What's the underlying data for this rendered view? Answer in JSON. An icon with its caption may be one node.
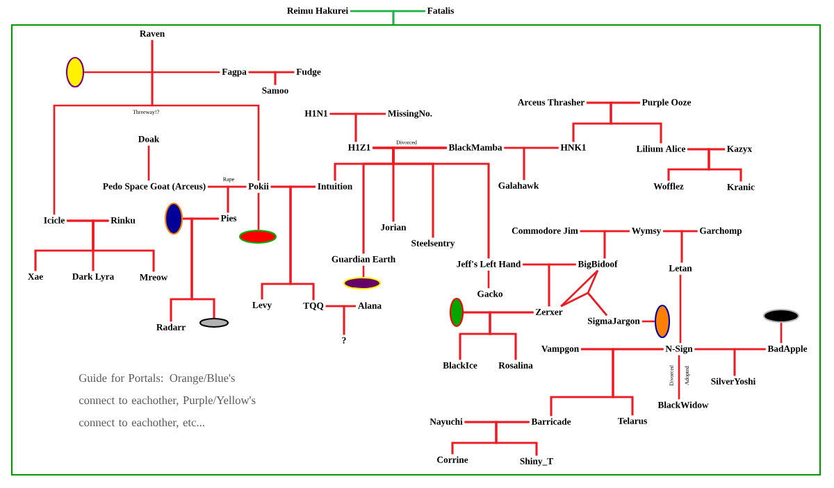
{
  "diagram": {
    "nodes": [
      {
        "text": [
          "Reimu Hakurei"
        ]
      },
      {
        "text": [
          "Fatalis"
        ]
      },
      {
        "text": [],
        "shape": "box"
      },
      {
        "text": [
          "Raven"
        ],
        "in": 2
      },
      {
        "text": [],
        "shape": "ellipse",
        "in": 2
      },
      {
        "text": [
          "Fagpa"
        ],
        "in": 2
      },
      {
        "text": [
          "Fudge"
        ],
        "in": 2
      },
      {
        "text": [
          "Samoo"
        ],
        "in": 2
      },
      {
        "text": [
          "Doak"
        ],
        "in": 2
      },
      {
        "text": [
          "Pedo Space Goat (Arceus)"
        ],
        "in": 2
      },
      {
        "text": [
          "Pokii"
        ],
        "in": 2
      },
      {
        "text": [
          "Intuition"
        ],
        "in": 2
      },
      {
        "text": [
          "Icicle"
        ],
        "in": 2
      },
      {
        "text": [
          "Rinku"
        ],
        "in": 2
      },
      {
        "text": [],
        "shape": "ellipse",
        "in": 2
      },
      {
        "text": [
          "Pies"
        ],
        "in": 2
      },
      {
        "text": [],
        "shape": "ellipse",
        "in": 2
      },
      {
        "text": [
          "Xae"
        ],
        "in": 2
      },
      {
        "text": [
          "Dark Lyra"
        ],
        "in": 2
      },
      {
        "text": [
          "Mreow"
        ],
        "in": 2
      },
      {
        "text": [
          "Radarr"
        ],
        "in": 2
      },
      {
        "text": [],
        "shape": "ellipse",
        "in": 2
      },
      {
        "text": [
          "Levy"
        ],
        "in": 2
      },
      {
        "text": [
          "TQQ"
        ],
        "in": 2
      },
      {
        "text": [
          "Alana"
        ],
        "in": 2
      },
      {
        "text": [
          "?"
        ],
        "in": 2
      },
      {
        "text": [
          "H1N1"
        ],
        "in": 2
      },
      {
        "text": [
          "MissingNo."
        ],
        "in": 2
      },
      {
        "text": [
          "H1Z1"
        ],
        "in": 2
      },
      {
        "text": [
          "BlackMamba"
        ],
        "in": 2
      },
      {
        "text": [
          "HNK1"
        ],
        "in": 2
      },
      {
        "text": [
          "Galahawk"
        ],
        "in": 2
      },
      {
        "text": [
          "Jorian"
        ],
        "in": 2
      },
      {
        "text": [
          "Steelsentry"
        ],
        "in": 2
      },
      {
        "text": [
          "Guardian Earth"
        ],
        "in": 2
      },
      {
        "text": [],
        "shape": "ellipse",
        "in": 2
      },
      {
        "text": [
          "Jeff's Left Hand"
        ],
        "in": 2
      },
      {
        "text": [
          "Gacko"
        ],
        "in": 2
      },
      {
        "text": [],
        "shape": "ellipse",
        "in": 2
      },
      {
        "text": [
          "Zerxer"
        ],
        "in": 2
      },
      {
        "text": [
          "BlackIce"
        ],
        "in": 2
      },
      {
        "text": [
          "Rosalina"
        ],
        "in": 2
      },
      {
        "text": [
          "Arceus Thrasher"
        ],
        "in": 2
      },
      {
        "text": [
          "Purple Ooze"
        ],
        "in": 2
      },
      {
        "text": [
          "Lilium Alice"
        ],
        "in": 2
      },
      {
        "text": [
          "Kazyx"
        ],
        "in": 2
      },
      {
        "text": [
          "Wofflez"
        ],
        "in": 2
      },
      {
        "text": [
          "Kranic"
        ],
        "in": 2
      },
      {
        "text": [
          "Commodore Jim"
        ],
        "in": 2
      },
      {
        "text": [
          "Wymsy"
        ],
        "in": 2
      },
      {
        "text": [
          "Garchomp"
        ],
        "in": 2
      },
      {
        "text": [
          "BigBidoof"
        ],
        "in": 2
      },
      {
        "text": [
          "Letan"
        ],
        "in": 2
      },
      {
        "text": [
          "SigmaJargon"
        ],
        "in": 2
      },
      {
        "text": [],
        "shape": "ellipse",
        "in": 2
      },
      {
        "text": [],
        "shape": "ellipse",
        "in": 2
      },
      {
        "text": [
          "Vampgon"
        ],
        "in": 2
      },
      {
        "text": [
          "N-Sign"
        ],
        "in": 2
      },
      {
        "text": [
          "BadApple"
        ],
        "in": 2
      },
      {
        "text": [
          "SilverYoshi"
        ],
        "in": 2
      },
      {
        "text": [
          "BlackWidow"
        ],
        "in": 2
      },
      {
        "text": [
          "Telarus"
        ],
        "in": 2
      },
      {
        "text": [
          "Nayuchi"
        ],
        "in": 2
      },
      {
        "text": [
          "Barricade"
        ],
        "in": 2
      },
      {
        "text": [
          "Corrine"
        ],
        "in": 2
      },
      {
        "text": [
          "Shiny_T"
        ],
        "in": 2
      }
    ],
    "edges": [
      {
        "from": 0,
        "to": 1,
        "arrow": "none",
        "color": "#22b14c"
      },
      {
        "from": 0,
        "to": 2,
        "arrow": "none",
        "color": "#22b14c"
      },
      {
        "from": 1,
        "to": 2,
        "arrow": "none",
        "color": "#22b14c"
      },
      {
        "from": 3,
        "to": 12,
        "arrow": "none"
      },
      {
        "from": 3,
        "to": 10,
        "arrow": "none",
        "label": "Threeway!?"
      },
      {
        "from": 4,
        "to": 5,
        "arrow": "none"
      },
      {
        "from": 5,
        "to": 6,
        "arrow": "none"
      },
      {
        "from": 5,
        "to": 7,
        "arrow": "none"
      },
      {
        "from": 6,
        "to": 7,
        "arrow": "none"
      },
      {
        "from": 8,
        "to": 9,
        "arrow": "none"
      },
      {
        "from": 9,
        "to": 10,
        "arrow": "none",
        "label": "Rape"
      },
      {
        "from": 9,
        "to": 15,
        "arrow": "none"
      },
      {
        "from": 10,
        "to": 15,
        "arrow": "none"
      },
      {
        "from": 10,
        "to": 16,
        "arrow": "none"
      },
      {
        "from": 10,
        "to": 11,
        "arrow": "none"
      },
      {
        "from": 10,
        "to": 22,
        "arrow": "none"
      },
      {
        "from": 10,
        "to": 23,
        "arrow": "none"
      },
      {
        "from": 11,
        "to": 22,
        "arrow": "none"
      },
      {
        "from": 11,
        "to": 23,
        "arrow": "none"
      },
      {
        "from": 12,
        "to": 13,
        "arrow": "none"
      },
      {
        "from": 12,
        "to": 17,
        "arrow": "none"
      },
      {
        "from": 12,
        "to": 18,
        "arrow": "none"
      },
      {
        "from": 12,
        "to": 19,
        "arrow": "none"
      },
      {
        "from": 13,
        "to": 17,
        "arrow": "none"
      },
      {
        "from": 13,
        "to": 18,
        "arrow": "none"
      },
      {
        "from": 13,
        "to": 19,
        "arrow": "none"
      },
      {
        "from": 14,
        "to": 15,
        "arrow": "none"
      },
      {
        "from": 14,
        "to": 20,
        "arrow": "none"
      },
      {
        "from": 14,
        "to": 21,
        "arrow": "none"
      },
      {
        "from": 15,
        "to": 20,
        "arrow": "none"
      },
      {
        "from": 15,
        "to": 21,
        "arrow": "none"
      },
      {
        "from": 23,
        "to": 24,
        "arrow": "none"
      },
      {
        "from": 23,
        "to": 25,
        "arrow": "none"
      },
      {
        "from": 24,
        "to": 25,
        "arrow": "none"
      },
      {
        "from": 26,
        "to": 27,
        "arrow": "none"
      },
      {
        "from": 26,
        "to": 28,
        "arrow": "none"
      },
      {
        "from": 27,
        "to": 28,
        "arrow": "none"
      },
      {
        "from": 28,
        "to": 29,
        "arrow": "none",
        "label": "Divorced"
      },
      {
        "from": 28,
        "to": 11,
        "arrow": "none"
      },
      {
        "from": 28,
        "to": 34,
        "arrow": "none"
      },
      {
        "from": 28,
        "to": 32,
        "arrow": "none"
      },
      {
        "from": 28,
        "to": 33,
        "arrow": "none"
      },
      {
        "from": 28,
        "to": 36,
        "arrow": "none"
      },
      {
        "from": 29,
        "to": 11,
        "arrow": "none"
      },
      {
        "from": 29,
        "to": 34,
        "arrow": "none"
      },
      {
        "from": 29,
        "to": 32,
        "arrow": "none"
      },
      {
        "from": 29,
        "to": 33,
        "arrow": "none"
      },
      {
        "from": 29,
        "to": 36,
        "arrow": "none"
      },
      {
        "from": 29,
        "to": 30,
        "arrow": "none"
      },
      {
        "from": 29,
        "to": 31,
        "arrow": "none"
      },
      {
        "from": 30,
        "to": 31,
        "arrow": "none"
      },
      {
        "from": 34,
        "to": 35,
        "arrow": "none"
      },
      {
        "from": 42,
        "to": 43,
        "arrow": "none"
      },
      {
        "from": 42,
        "to": 30,
        "arrow": "none"
      },
      {
        "from": 42,
        "to": 44,
        "arrow": "none"
      },
      {
        "from": 43,
        "to": 30,
        "arrow": "none"
      },
      {
        "from": 43,
        "to": 44,
        "arrow": "none"
      },
      {
        "from": 44,
        "to": 45,
        "arrow": "none"
      },
      {
        "from": 44,
        "to": 46,
        "arrow": "none"
      },
      {
        "from": 44,
        "to": 47,
        "arrow": "none"
      },
      {
        "from": 45,
        "to": 46,
        "arrow": "none"
      },
      {
        "from": 45,
        "to": 47,
        "arrow": "none"
      },
      {
        "from": 36,
        "to": 37,
        "arrow": "none"
      },
      {
        "from": 36,
        "to": 51,
        "arrow": "none"
      },
      {
        "from": 36,
        "to": 39,
        "arrow": "none"
      },
      {
        "from": 51,
        "to": 39,
        "arrow": "none"
      },
      {
        "from": 48,
        "to": 49,
        "arrow": "none"
      },
      {
        "from": 48,
        "to": 51,
        "arrow": "none"
      },
      {
        "from": 49,
        "to": 51,
        "arrow": "none"
      },
      {
        "from": 49,
        "to": 50,
        "arrow": "none"
      },
      {
        "from": 49,
        "to": 52,
        "arrow": "none"
      },
      {
        "from": 50,
        "to": 52,
        "arrow": "none"
      },
      {
        "from": 51,
        "to": 39,
        "arrow": "none"
      },
      {
        "from": 51,
        "to": 53,
        "arrow": "none"
      },
      {
        "from": 39,
        "to": 53,
        "arrow": "none"
      },
      {
        "from": 38,
        "to": 39,
        "arrow": "none"
      },
      {
        "from": 38,
        "to": 40,
        "arrow": "none"
      },
      {
        "from": 38,
        "to": 41,
        "arrow": "none"
      },
      {
        "from": 39,
        "to": 40,
        "arrow": "none"
      },
      {
        "from": 39,
        "to": 41,
        "arrow": "none"
      },
      {
        "from": 53,
        "to": 54,
        "arrow": "none"
      },
      {
        "from": 52,
        "to": 57,
        "arrow": "none"
      },
      {
        "from": 55,
        "to": 58,
        "arrow": "none"
      },
      {
        "from": 56,
        "to": 57,
        "arrow": "none"
      },
      {
        "from": 56,
        "to": 63,
        "arrow": "none"
      },
      {
        "from": 56,
        "to": 61,
        "arrow": "none"
      },
      {
        "from": 57,
        "to": 63,
        "arrow": "none"
      },
      {
        "from": 57,
        "to": 61,
        "arrow": "none"
      },
      {
        "from": 57,
        "to": 60,
        "arrow": "none",
        "label": "Adopted"
      },
      {
        "from": 57,
        "to": 58,
        "arrow": "none"
      },
      {
        "from": 57,
        "to": 59,
        "arrow": "none"
      },
      {
        "from": 58,
        "to": 59,
        "arrow": "none"
      },
      {
        "from": 62,
        "to": 63,
        "arrow": "none"
      },
      {
        "from": 62,
        "to": 64,
        "arrow": "none"
      },
      {
        "from": 62,
        "to": 65,
        "arrow": "none"
      },
      {
        "from": 63,
        "to": 64,
        "arrow": "none"
      },
      {
        "from": 63,
        "to": 65,
        "arrow": "none"
      }
    ],
    "labels": [
      "Divorced",
      "Guide for Portals: Orange/Blue's connect to eachother, Purple/Yellow's connect to eachother, etc..."
    ]
  }
}
